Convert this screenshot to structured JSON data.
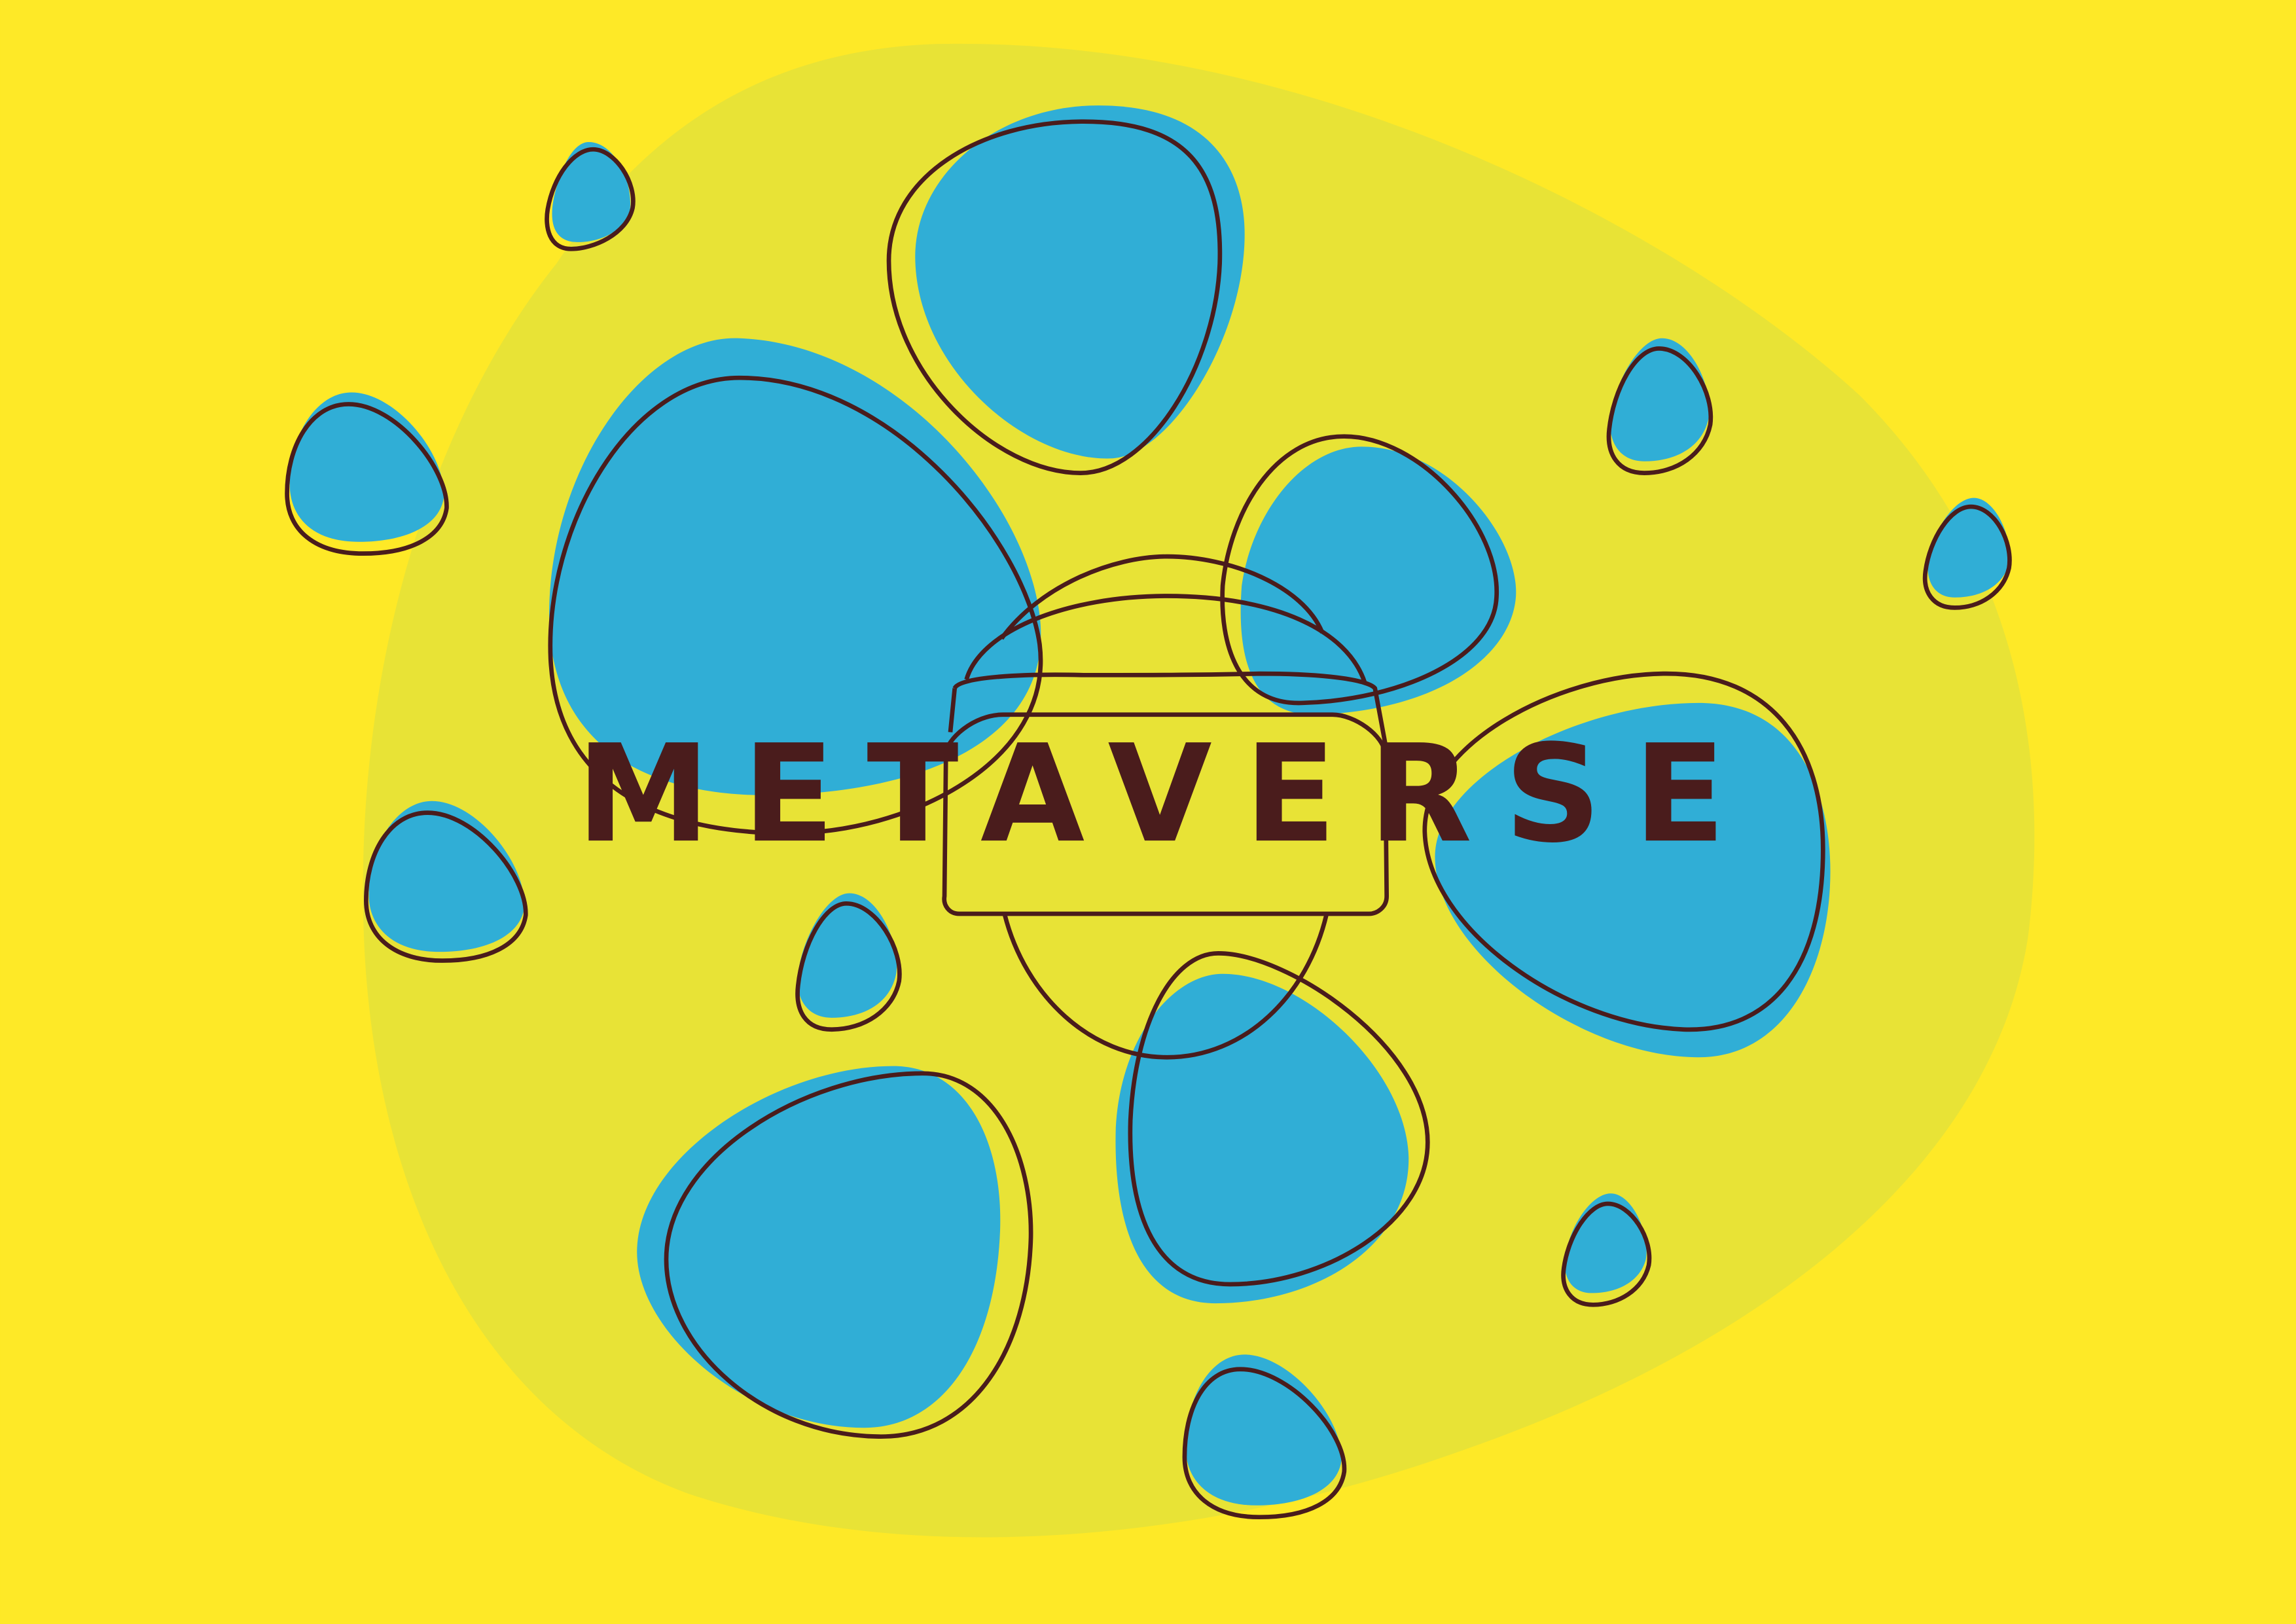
{
  "title": "METAVERSE",
  "colors": {
    "background": "#fee927",
    "backdrop_blob": "#e8e336",
    "blob_fill": "#30aed6",
    "outline": "#4a1c1c"
  },
  "icons": [
    "blob-shape",
    "outline-ring",
    "banner-frame"
  ]
}
